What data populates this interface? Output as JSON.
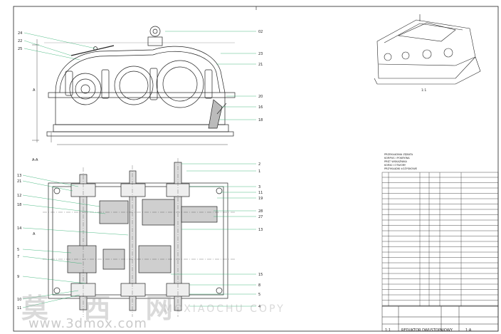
{
  "labels": {
    "top_view_callouts_left": [
      "24",
      "22",
      "25"
    ],
    "top_view_callouts_right": [
      "02",
      "23",
      "21",
      "20",
      "16",
      "18"
    ],
    "section_title": "A-A",
    "section_marker_left": "A",
    "section_marker_left2": "A",
    "iso_scale": "1:1",
    "bottom_callouts_left": [
      "13",
      "21",
      "12",
      "18",
      "14",
      "5",
      "7",
      "9",
      "10",
      "11"
    ],
    "bottom_callouts_right": [
      "2",
      "1",
      "3",
      "11",
      "19",
      "28",
      "27",
      "13",
      "15",
      "8",
      "5",
      "4"
    ]
  },
  "notes": [
    "PRZEKŁADNIA ZĘBATA",
    "KORPUS I POKRYWA",
    "PRĘT WSKAŹNIKA",
    "KORKI I OTWORY",
    "PRZYKŁADKI ŁOŻYSKOWE"
  ],
  "title_block": {
    "scale": "1:1",
    "title": "REDUKTOR DWUSTOPNIOWY",
    "sheet": "1:A"
  },
  "watermark": {
    "chinese": "莫 西 网",
    "url": "www.3dmox.com",
    "copy": "MOXIAOCHU COPY"
  }
}
